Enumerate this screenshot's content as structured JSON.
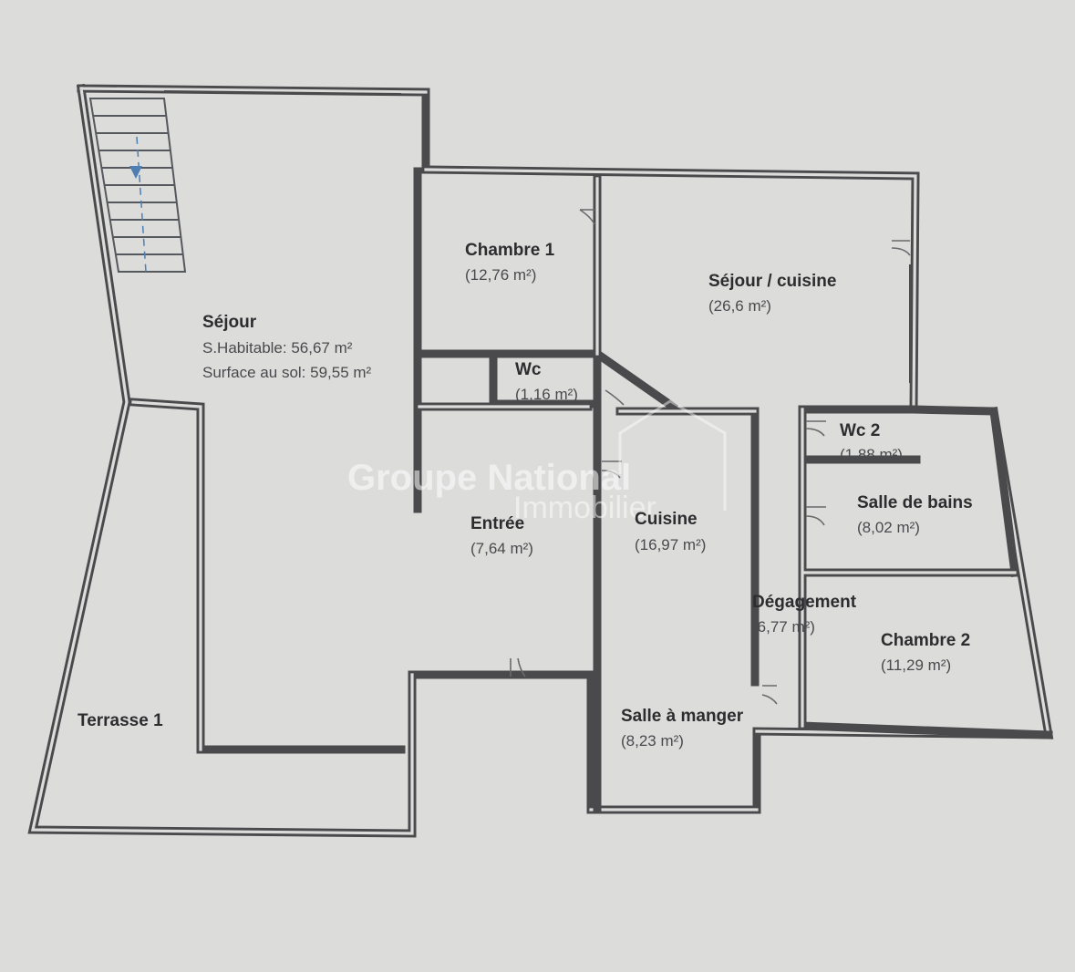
{
  "rooms": {
    "sejour": {
      "name": "Séjour",
      "habitable": "S.Habitable: 56,67 m²",
      "surface_sol": "Surface au sol: 59,55 m²"
    },
    "chambre1": {
      "name": "Chambre 1",
      "area": "(12,76 m²)"
    },
    "sejour_cuisine": {
      "name": "Séjour / cuisine",
      "area": "(26,6 m²)"
    },
    "wc": {
      "name": "Wc",
      "area": "(1,16 m²)"
    },
    "wc2": {
      "name": "Wc 2",
      "area": "(1,88 m²)"
    },
    "salle_de_bains": {
      "name": "Salle de bains",
      "area": "(8,02 m²)"
    },
    "entree": {
      "name": "Entrée",
      "area": "(7,64 m²)"
    },
    "cuisine": {
      "name": "Cuisine",
      "area": "(16,97 m²)"
    },
    "degagement": {
      "name": "Dégagement",
      "area": "(6,77 m²)"
    },
    "chambre2": {
      "name": "Chambre 2",
      "area": "(11,29 m²)"
    },
    "salle_a_manger": {
      "name": "Salle à manger",
      "area": "(8,23 m²)"
    },
    "terrasse1": {
      "name": "Terrasse 1"
    }
  },
  "watermark": {
    "line1": "Groupe National",
    "line2": "Immobilier"
  },
  "colors": {
    "background": "#dcdcdb",
    "wall": "#4a4a4c",
    "watermark": "#ffffff"
  }
}
